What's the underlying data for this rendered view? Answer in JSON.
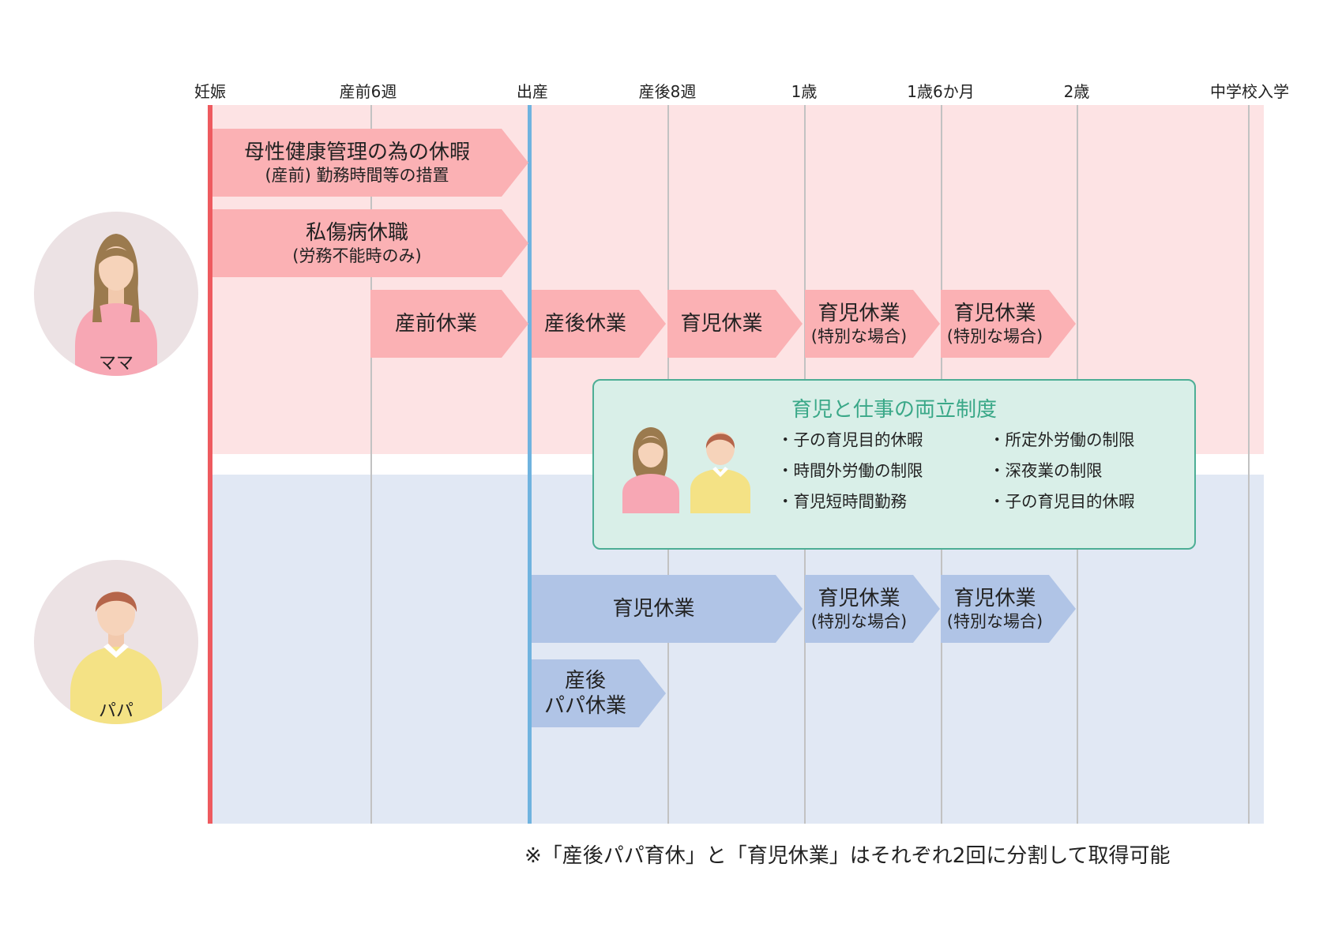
{
  "timeline": {
    "ticks": [
      "妊娠",
      "産前6週",
      "出産",
      "産後8週",
      "1歳",
      "1歳6か月",
      "2歳",
      "中学校入学"
    ]
  },
  "mama": {
    "label": "ママ",
    "bars": [
      {
        "main": "母性健康管理の為の休暇",
        "sub": "(産前) 勤務時間等の措置"
      },
      {
        "main": "私傷病休職",
        "sub": "(労務不能時のみ)"
      },
      {
        "main": "産前休業"
      },
      {
        "main": "産後休業"
      },
      {
        "main": "育児休業"
      },
      {
        "main": "育児休業",
        "sub": "(特別な場合)"
      },
      {
        "main": "育児休業",
        "sub": "(特別な場合)"
      }
    ]
  },
  "papa": {
    "label": "パパ",
    "bars": [
      {
        "main": "育児休業"
      },
      {
        "main": "育児休業",
        "sub": "(特別な場合)"
      },
      {
        "main": "育児休業",
        "sub": "(特別な場合)"
      },
      {
        "main": "産後",
        "sub": "パパ休業"
      }
    ]
  },
  "support_panel": {
    "title": "育児と仕事の両立制度",
    "left_items": [
      "子の育児目的休暇",
      "時間外労働の制限",
      "育児短時間勤務"
    ],
    "right_items": [
      "所定外労働の制限",
      "深夜業の制限",
      "子の育児目的休暇"
    ]
  },
  "footnote": "※「産後パパ育休」と「育児休業」はそれぞれ2回に分割して取得可能",
  "colors": {
    "mama_band": "#fde3e4",
    "papa_band": "#e1e8f4",
    "mama_bar": "#fbb1b4",
    "papa_bar": "#b0c4e6",
    "pregnancy_line": "#ee5a5f",
    "birth_line": "#6fb3df",
    "panel_accent": "#3aa888"
  }
}
